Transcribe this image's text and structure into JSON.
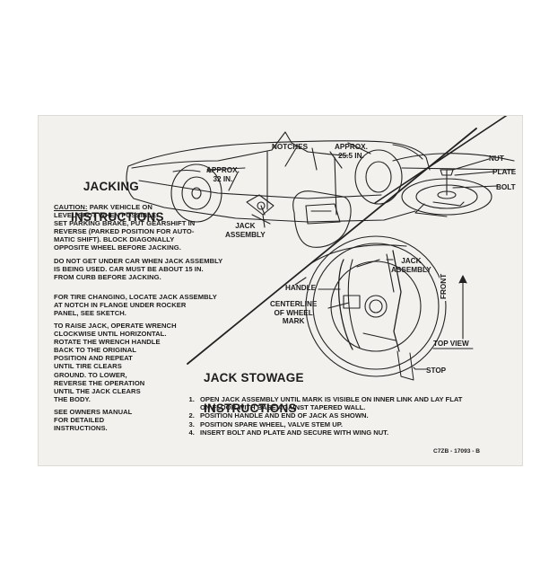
{
  "jacking": {
    "title_line1": "JACKING",
    "title_line2": "INSTRUCTIONS",
    "caution_label": "CAUTION:",
    "caution_text": " PARK VEHICLE ON\nLEVEL SPOT WHEN POSSIBLE.\nSET PARKING BRAKE, PUT GEARSHIFT IN\nREVERSE (PARKED POSITION FOR AUTO-\nMATIC SHIFT). BLOCK DIAGONALLY\nOPPOSITE WHEEL BEFORE JACKING.",
    "warning_text": "DO NOT GET UNDER CAR WHEN JACK ASSEMBLY\nIS BEING USED. CAR MUST BE ABOUT 15 IN.\nFROM CURB BEFORE JACKING.",
    "tire_text": "FOR TIRE CHANGING, LOCATE JACK ASSEMBLY\nAT NOTCH IN FLANGE UNDER ROCKER\nPANEL, SEE SKETCH.",
    "raise_text": "TO RAISE JACK, OPERATE WRENCH\nCLOCKWISE UNTIL HORIZONTAL.\nROTATE THE WRENCH HANDLE\nBACK TO THE ORIGINAL\nPOSITION AND REPEAT\nUNTIL TIRE CLEARS\nGROUND. TO LOWER,\nREVERSE THE OPERATION\nUNTIL THE JACK CLEARS\nTHE BODY.",
    "manual_text": "SEE OWNERS MANUAL\nFOR DETAILED\nINSTRUCTIONS."
  },
  "car_labels": {
    "notches": "NOTCHES",
    "approx_front": "APPROX.\n32 IN.",
    "approx_rear": "APPROX.\n25.5 IN.",
    "jack_assembly": "JACK\nASSEMBLY"
  },
  "stowage_labels": {
    "nut": "NUT",
    "plate": "PLATE",
    "bolt": "BOLT",
    "jack_assembly": "JACK\nASSEMBLY",
    "handle": "HANDLE",
    "centerline": "CENTERLINE\nOF WHEEL\nMARK",
    "front": "FRONT",
    "top_view": "TOP VIEW",
    "stop": "STOP"
  },
  "stowage": {
    "title_line1": "JACK STOWAGE",
    "title_line2": "INSTRUCTIONS",
    "steps": [
      "OPEN JACK ASSEMBLY UNTIL MARK IS VISIBLE ON INNER LINK AND LAY FLAT ON FLOOR WITH BASE AGAINST TAPERED WALL.",
      "POSITION HANDLE AND END OF JACK AS SHOWN.",
      "POSITION SPARE WHEEL, VALVE STEM UP.",
      "INSERT BOLT AND PLATE AND SECURE WITH WING NUT."
    ]
  },
  "part_number": "C7ZB - 17093 - B"
}
